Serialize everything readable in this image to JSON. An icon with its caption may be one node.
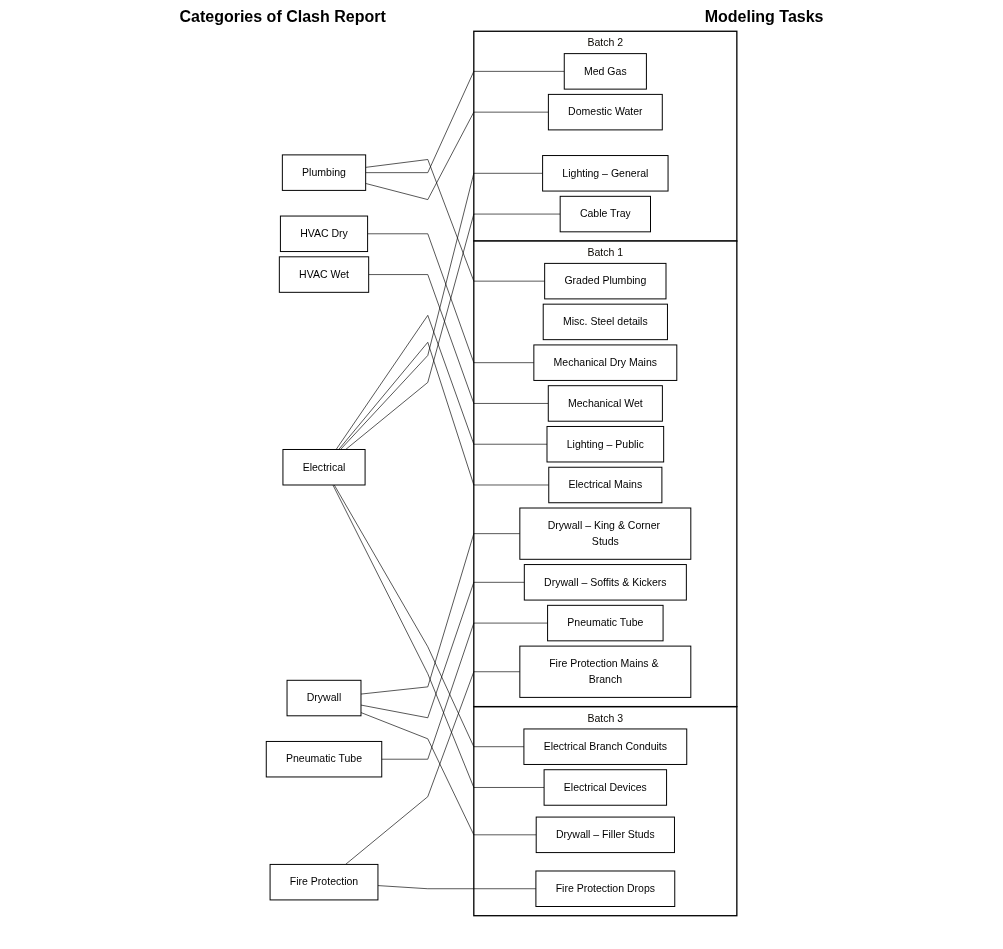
{
  "diagram": {
    "nodes": [
      {
        "text": [
          "Electrical"
        ]
      },
      {
        "text": [
          "Fire Protection"
        ]
      },
      {
        "text": [
          "HVAC Dry"
        ]
      },
      {
        "text": [
          "HVAC Wet"
        ]
      },
      {
        "text": [
          "Plumbing"
        ]
      },
      {
        "text": [
          "Pneumatic Tube"
        ]
      },
      {
        "text": [
          "Drywall"
        ]
      },
      {
        "text": [
          "Batch 1"
        ]
      },
      {
        "text": [
          "Graded Plumbing"
        ],
        "in": 7
      },
      {
        "text": [
          "Misc. Steel details"
        ],
        "in": 7
      },
      {
        "text": [
          "Mechanical Dry Mains"
        ],
        "in": 7
      },
      {
        "text": [
          "Mechanical Wet"
        ],
        "in": 7
      },
      {
        "text": [
          "Drywall – King & Corner Studs"
        ],
        "in": 7
      },
      {
        "text": [
          "Drywall – Soffits & Kickers"
        ],
        "in": 7
      },
      {
        "text": [
          "Lighting – Public"
        ],
        "in": 7
      },
      {
        "text": [
          "Electrical Mains"
        ],
        "in": 7
      },
      {
        "text": [
          "Fire Protection Mains & Branch"
        ],
        "in": 7
      },
      {
        "text": [
          "Pneumatic Tube"
        ],
        "in": 7
      },
      {
        "text": [
          "Batch 2"
        ]
      },
      {
        "text": [
          "Lighting – General"
        ],
        "in": 18
      },
      {
        "text": [
          "Med Gas"
        ],
        "in": 18
      },
      {
        "text": [
          "Domestic Water"
        ],
        "in": 18
      },
      {
        "text": [
          "Cable Tray"
        ],
        "in": 18
      },
      {
        "text": [
          "Batch 3"
        ]
      },
      {
        "text": [
          "Electrical Branch Conduits"
        ],
        "in": 23
      },
      {
        "text": [
          "Fire Protection Drops"
        ],
        "in": 23
      },
      {
        "text": [
          "Drywall – Filler Studs"
        ],
        "in": 23
      },
      {
        "text": [
          "Electrical Devices"
        ],
        "in": 23
      }
    ],
    "edges": [
      {
        "from": 4,
        "to": 8,
        "arrow": "none"
      },
      {
        "from": 2,
        "to": 10,
        "arrow": "none"
      },
      {
        "from": 3,
        "to": 11,
        "arrow": "none"
      },
      {
        "from": 6,
        "to": 12,
        "arrow": "none"
      },
      {
        "from": 6,
        "to": 13,
        "arrow": "none"
      },
      {
        "from": 0,
        "to": 14,
        "arrow": "none"
      },
      {
        "from": 0,
        "to": 15,
        "arrow": "none"
      },
      {
        "from": 1,
        "to": 16,
        "arrow": "none"
      },
      {
        "from": 5,
        "to": 17,
        "arrow": "none"
      },
      {
        "from": 0,
        "to": 19,
        "arrow": "none"
      },
      {
        "from": 4,
        "to": 20,
        "arrow": "none"
      },
      {
        "from": 4,
        "to": 21,
        "arrow": "none"
      },
      {
        "from": 0,
        "to": 22,
        "arrow": "none"
      },
      {
        "from": 0,
        "to": 24,
        "arrow": "none"
      },
      {
        "from": 1,
        "to": 25,
        "arrow": "none"
      },
      {
        "from": 6,
        "to": 26,
        "arrow": "none"
      },
      {
        "from": 0,
        "to": 27,
        "arrow": "none"
      }
    ],
    "labels": [
      "Categories of Clash Report",
      "Modeling Tasks"
    ]
  }
}
